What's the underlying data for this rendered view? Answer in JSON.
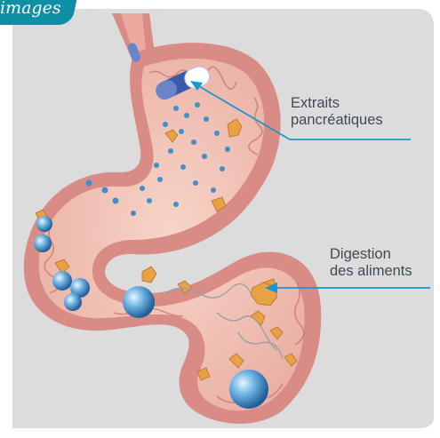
{
  "tag": {
    "text": "images"
  },
  "labels": {
    "extraits": [
      "Extraits",
      "pancréatiques"
    ],
    "digestion": [
      "Digestion",
      "des aliments"
    ]
  },
  "colors": {
    "panel": "#dcdcdd",
    "stomach_wall": "#d98b86",
    "stomach_lining": "#e9a9a2",
    "stomach_inner": "#f3c3b6",
    "pointer_line": "#1a96d2",
    "bead": "#3f8fc9",
    "food": "#e8a243",
    "tag": "#0d8fa4"
  },
  "icons": [
    "capsule-icon",
    "enzyme-bead-icon",
    "food-particle-icon",
    "arrow-icon"
  ]
}
